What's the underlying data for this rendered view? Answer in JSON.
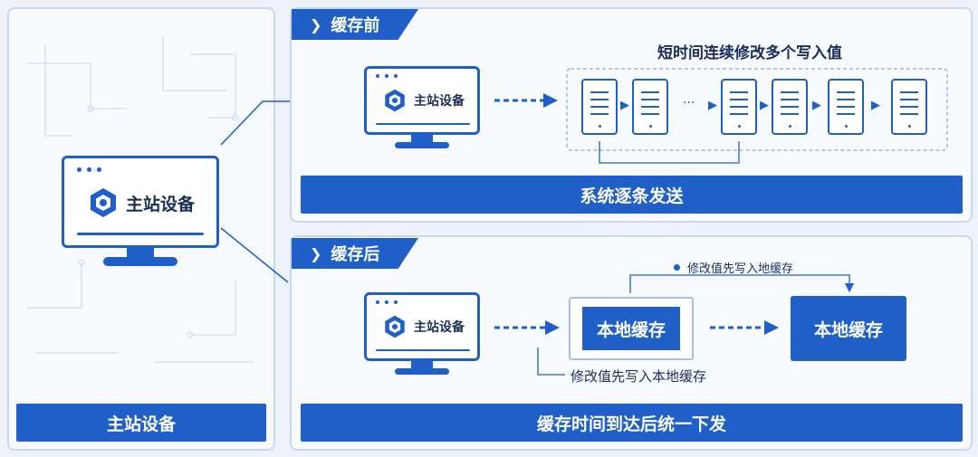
{
  "left": {
    "monitor_label": "主站设备",
    "footer_label": "主站设备"
  },
  "before": {
    "tab_label": "缓存前",
    "monitor_label": "主站设备",
    "caption": "短时间连续修改多个写入值",
    "ellipsis": "···",
    "footer_label": "系统逐条发送"
  },
  "after": {
    "tab_label": "缓存后",
    "monitor_label": "主站设备",
    "cache_box_1": "本地缓存",
    "cache_box_2": "本地缓存",
    "top_note": "修改值先写入地缓存",
    "bottom_note": "修改值先写入本地缓存",
    "footer_label": "缓存时间到达后统一下发"
  },
  "colors": {
    "accent": "#1f5fc7",
    "background": "#eef3fb",
    "panel_border": "#c9d8f0"
  },
  "icons": {
    "logo": "hexagon-logo-icon",
    "tab_chevron": "chevron-right-icon"
  }
}
